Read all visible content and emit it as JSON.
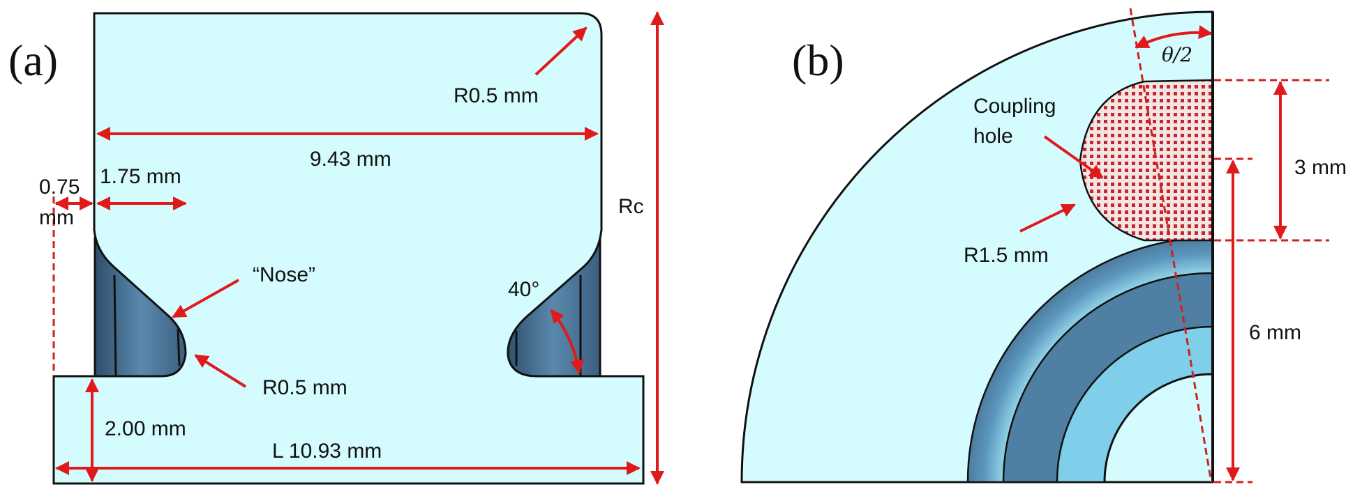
{
  "figure": {
    "panel_a": {
      "label": "(a)",
      "dimensions": {
        "corner_radius": "R0.5 mm",
        "top_width": "9.43 mm",
        "offset_left": "0.75",
        "offset_left_unit": "mm",
        "nose_offset": "1.75 mm",
        "nose_label": "“Nose”",
        "nose_radius": "R0.5 mm",
        "angle": "40°",
        "base_height": "2.00 mm",
        "length": "L 10.93 mm",
        "radius_label": "Rc"
      }
    },
    "panel_b": {
      "label": "(b)",
      "dimensions": {
        "half_angle": "θ/2",
        "coupling_hole_line1": "Coupling",
        "coupling_hole_line2": "hole",
        "hole_radius": "R1.5 mm",
        "hole_height": "3 mm",
        "center_height": "6 mm"
      }
    },
    "colors": {
      "body_fill": "#d4fbfd",
      "shaded_fill": "#4f7fa3",
      "annotation": "#e01a1a",
      "outline": "#111111"
    }
  }
}
